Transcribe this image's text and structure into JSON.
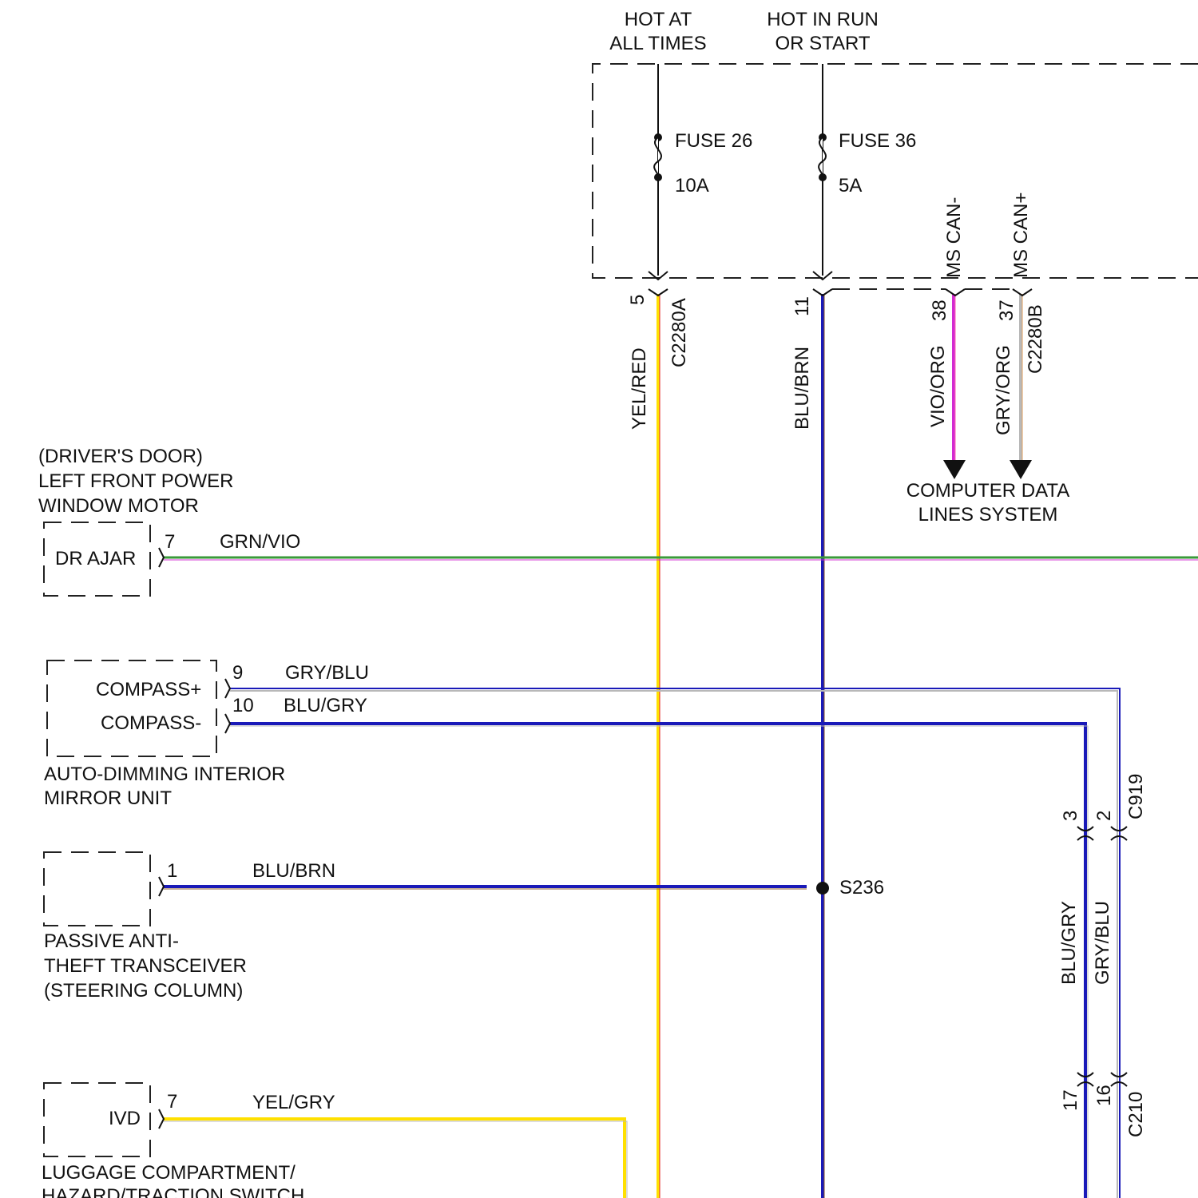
{
  "power": {
    "hot_at_all_times": [
      "HOT AT",
      "ALL TIMES"
    ],
    "hot_in_run": [
      "HOT IN RUN",
      "OR START"
    ]
  },
  "fuses": [
    {
      "name": "FUSE 26",
      "rating": "10A"
    },
    {
      "name": "FUSE 36",
      "rating": "5A"
    }
  ],
  "can_lines": {
    "minus": "MS CAN-",
    "plus": "MS CAN+"
  },
  "connectors": {
    "c2280a": {
      "name": "C2280A",
      "pin": "5"
    },
    "c2280a_pin11": "11",
    "c2280b": {
      "name": "C2280B",
      "pin_minus": "38",
      "pin_plus": "37"
    },
    "c919": {
      "name": "C919",
      "pin_blu_gry": "3",
      "pin_gry_blu": "2"
    },
    "c210": {
      "name": "C210",
      "pin_blu_gry": "17",
      "pin_gry_blu": "16"
    }
  },
  "wires": {
    "yel_red": "YEL/RED",
    "blu_brn_vertical": "BLU/BRN",
    "vio_org": "VIO/ORG",
    "gry_org": "GRY/ORG",
    "grn_vio": "GRN/VIO",
    "gry_blu": "GRY/BLU",
    "blu_gry": "BLU/GRY",
    "blu_brn": "BLU/BRN",
    "yel_gry": "YEL/GRY",
    "blu_gry_vertical": "BLU/GRY",
    "gry_blu_vertical": "GRY/BLU"
  },
  "computer_data": [
    "COMPUTER DATA",
    "LINES SYSTEM"
  ],
  "splice": "S236",
  "components": {
    "window_motor": {
      "title": [
        "(DRIVER'S DOOR)",
        "LEFT FRONT POWER",
        "WINDOW MOTOR"
      ],
      "signal": "DR AJAR",
      "pin": "7"
    },
    "mirror": {
      "signals": [
        "COMPASS+",
        "COMPASS-"
      ],
      "pins": [
        "9",
        "10"
      ],
      "title": [
        "AUTO-DIMMING INTERIOR",
        "MIRROR UNIT"
      ]
    },
    "pats": {
      "pin": "1",
      "title": [
        "PASSIVE ANTI-",
        "THEFT TRANSCEIVER",
        "(STEERING COLUMN)"
      ]
    },
    "luggage": {
      "signal": "IVD",
      "pin": "7",
      "title": [
        "LUGGAGE COMPARTMENT/",
        "HAZARD/TRACTION SWITCH"
      ]
    }
  },
  "colors": {
    "yellow": "#ffe000",
    "red": "#e02020",
    "blue": "#1a1ab8",
    "brown": "#8b5a2b",
    "violet": "#d22bd2",
    "pink_orange": "#ff66b3",
    "gray": "#b8b8b8",
    "orange": "#e0a060",
    "green": "#3a9a3a"
  }
}
